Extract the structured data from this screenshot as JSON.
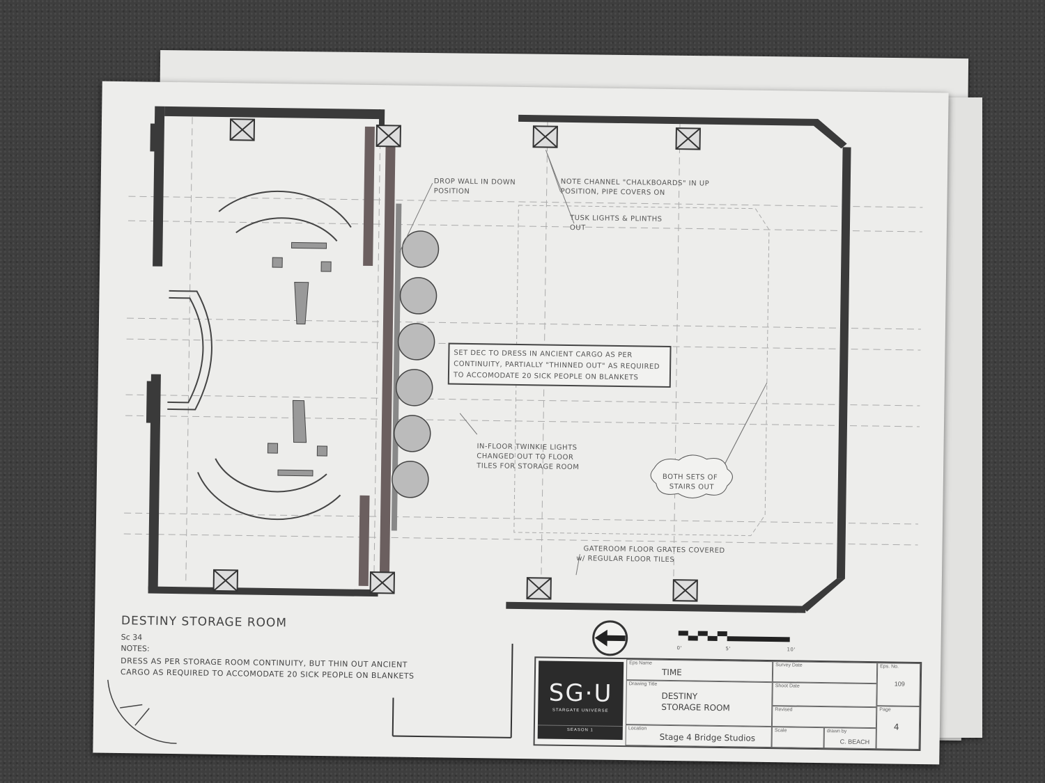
{
  "plan": {
    "callouts": {
      "drop_wall": [
        "DROP WALL IN DOWN",
        "POSITION"
      ],
      "chalkboards": [
        "NOTE CHANNEL \"CHALKBOARDS\" IN UP",
        "POSITION, PIPE COVERS ON"
      ],
      "tusk_lights": [
        "TUSK LIGHTS & PLINTHS",
        "OUT"
      ],
      "set_dec": [
        "SET DEC TO DRESS IN ANCIENT CARGO AS PER",
        "CONTINUITY, PARTIALLY \"THINNED OUT\" AS REQUIRED",
        "TO ACCOMODATE 20 SICK PEOPLE ON BLANKETS"
      ],
      "twinkie": [
        "IN-FLOOR TWINKIE LIGHTS",
        "CHANGED OUT TO FLOOR",
        "TILES FOR STORAGE ROOM"
      ],
      "stairs": [
        "BOTH SETS OF",
        "STAIRS OUT"
      ],
      "gateroom": [
        "GATEROOM FLOOR GRATES COVERED",
        "w/ REGULAR FLOOR TILES"
      ]
    },
    "scale_labels": [
      "0'",
      "5'",
      "10'"
    ]
  },
  "sheet": {
    "title": "DESTINY STORAGE ROOM",
    "scene": "Sc 34",
    "notes_label": "NOTES:",
    "notes_lines": [
      "DRESS AS PER STORAGE ROOM CONTINUITY, BUT THIN OUT ANCIENT",
      "CARGO AS REQUIRED TO ACCOMODATE 20 SICK PEOPLE ON BLANKETS"
    ]
  },
  "titleblock": {
    "logo": "SG·U",
    "logo_sub": "STARGATE UNIVERSE",
    "logo_season": "SEASON 1",
    "eps_name_label": "Eps Name",
    "eps_name": "TIME",
    "drawing_title_label": "Drawing Title",
    "drawing_title": [
      "DESTINY",
      "STORAGE ROOM"
    ],
    "location_label": "Location",
    "location": "Stage 4 Bridge Studios",
    "survey_date_label": "Survey Date",
    "shoot_date_label": "Shoot Date",
    "revised_label": "Revised",
    "scale_label": "Scale",
    "drawn_by_label": "drawn by",
    "drawn_by": "C. BEACH",
    "eps_no_label": "Eps. No.",
    "eps_no": "109",
    "page_label": "Page",
    "page": "4"
  }
}
